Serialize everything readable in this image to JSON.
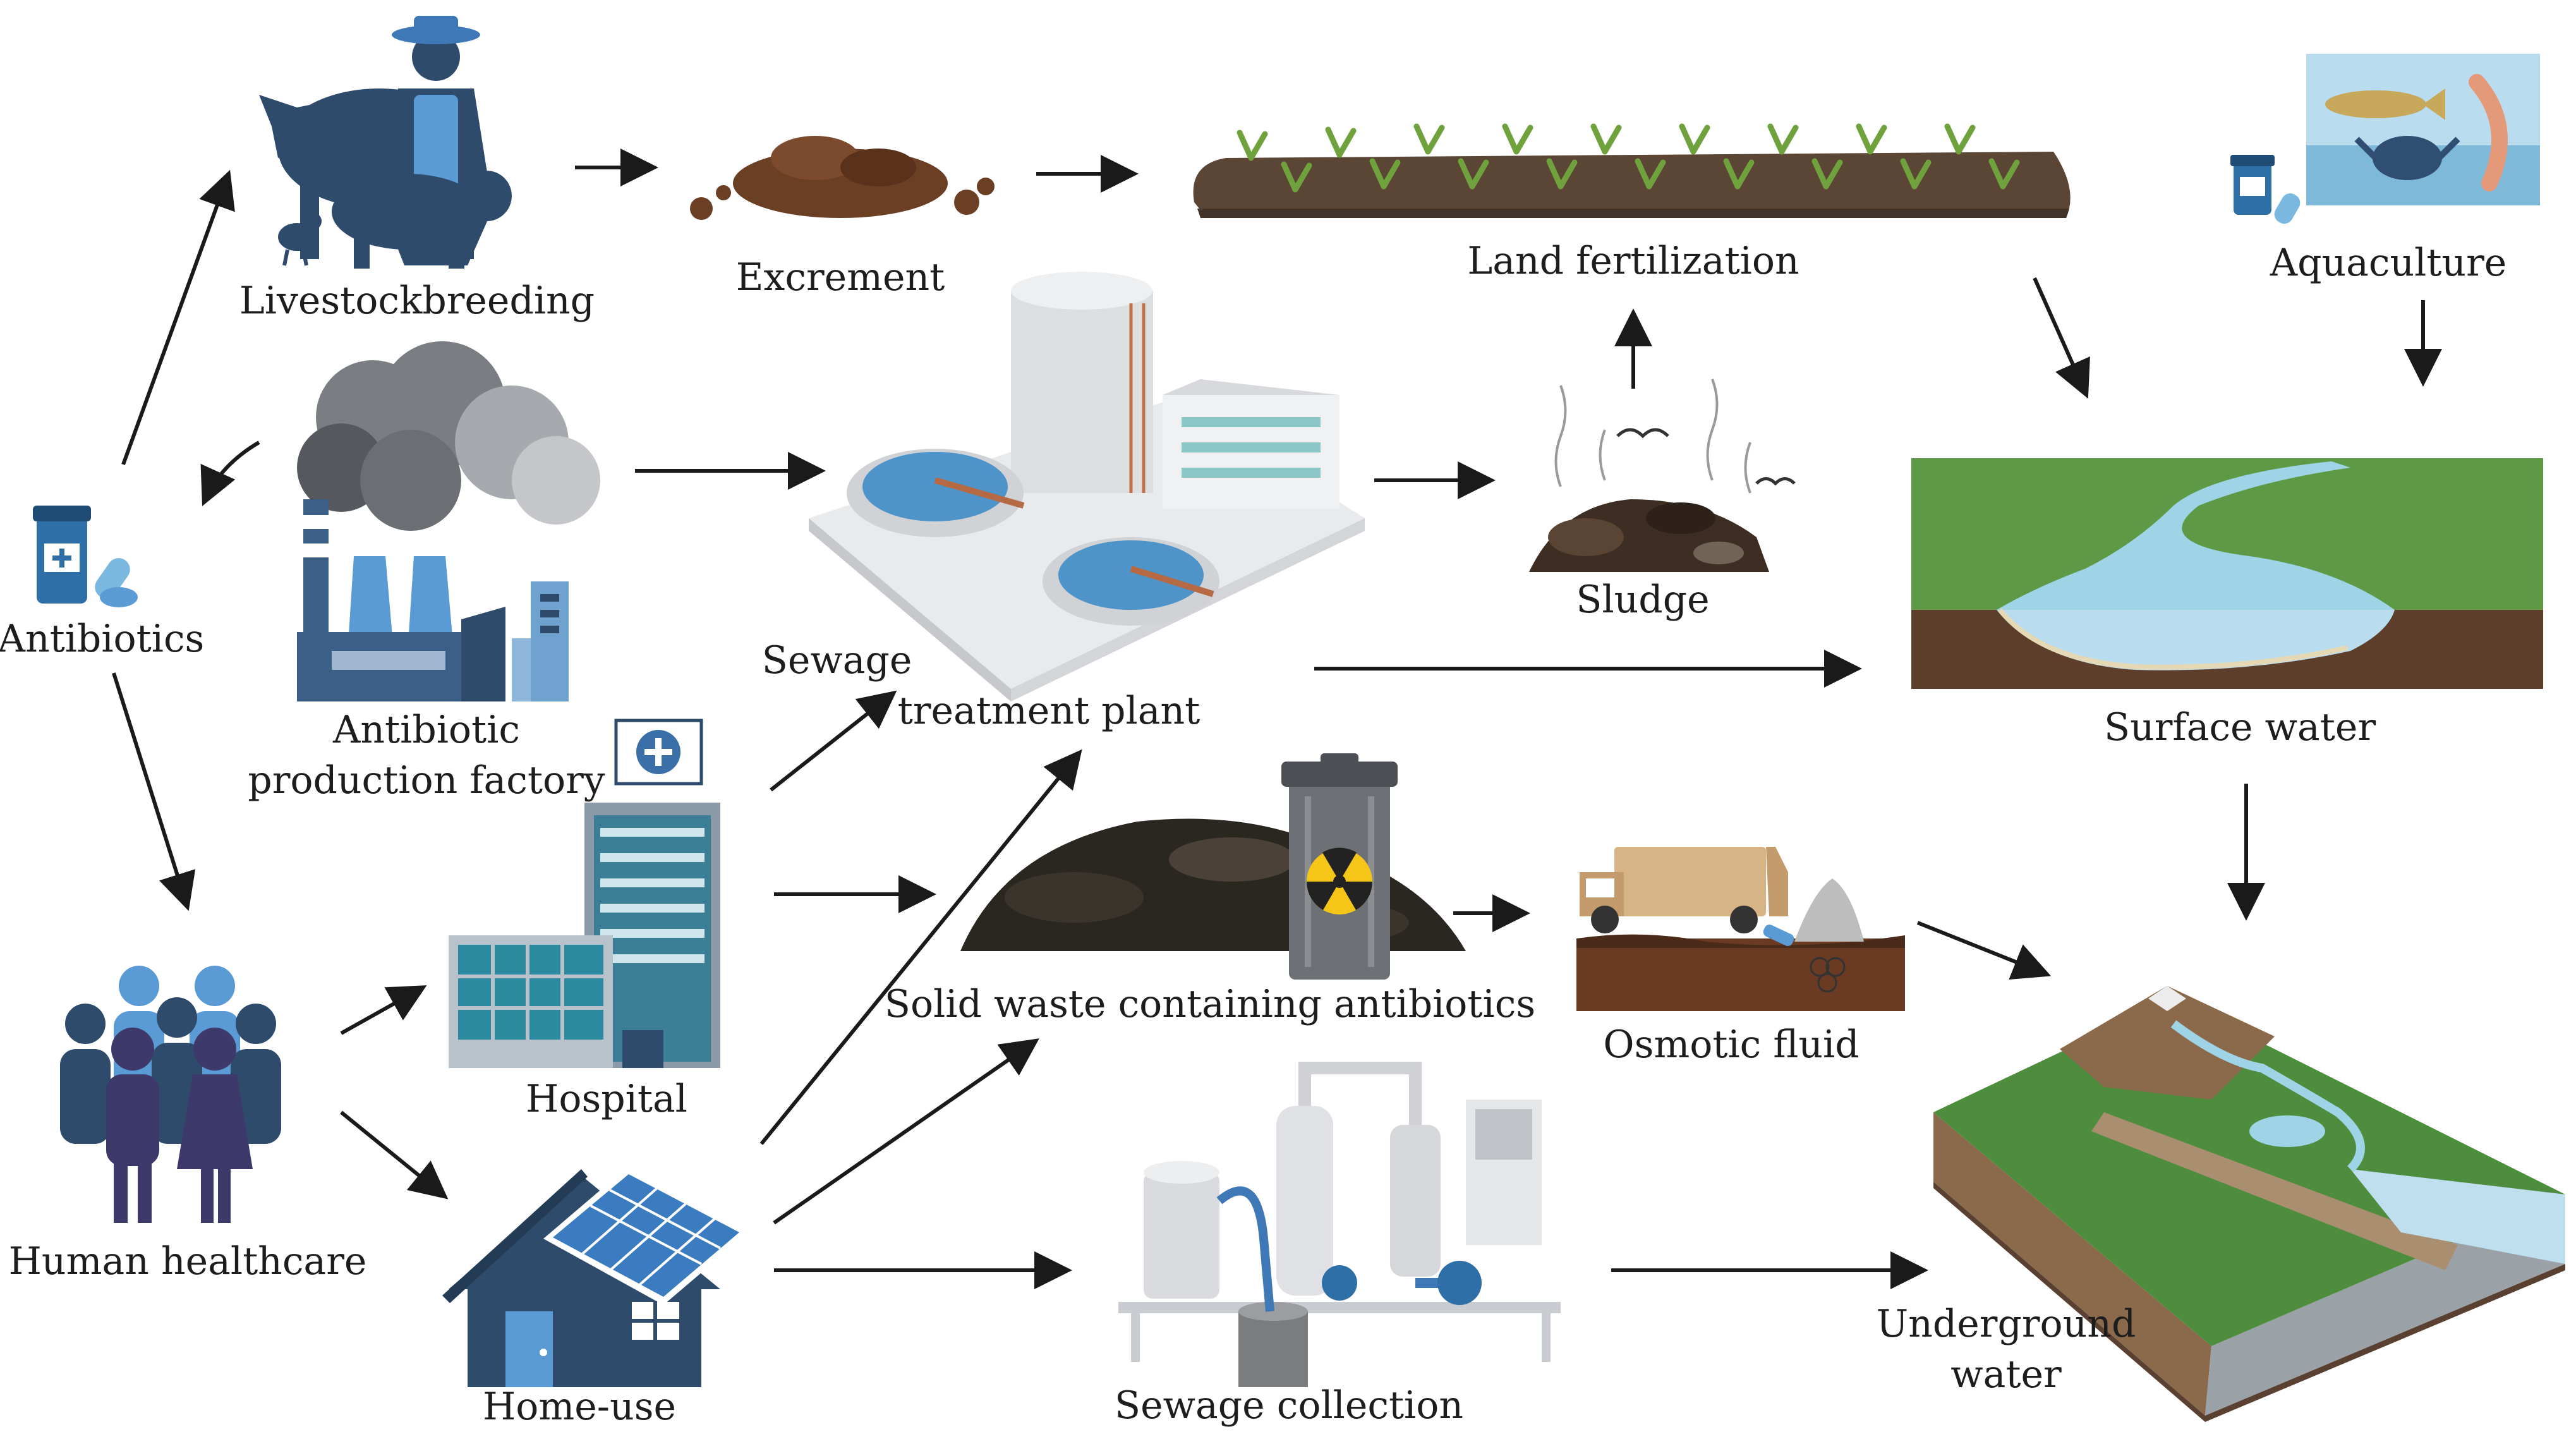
{
  "labels": {
    "livestock": "Livestockbreeding",
    "excrement": "Excrement",
    "land": "Land fertilization",
    "aquaculture": "Aquaculture",
    "antibiotics": "Antibiotics",
    "factory_line1": "Antibiotic",
    "factory_line2": "production factory",
    "sewage_plant_line1": "Sewage",
    "sewage_plant_line2": "treatment plant",
    "sludge": "Sludge",
    "surface_water": "Surface water",
    "hospital": "Hospital",
    "solid_waste": "Solid waste containing antibiotics",
    "osmotic": "Osmotic fluid",
    "human": "Human healthcare",
    "home": "Home-use",
    "sewage_collection": "Sewage collection",
    "underground_line1": "Underground",
    "underground_line2": "water"
  },
  "icons": [
    "livestock-icon",
    "excrement-icon",
    "field-icon",
    "aquaculture-icon",
    "antibiotics-icon",
    "factory-icon",
    "treatment-plant-icon",
    "sludge-icon",
    "river-icon",
    "hospital-icon",
    "waste-heap-icon",
    "radioactive-bin-icon",
    "garbage-truck-icon",
    "people-icon",
    "house-icon",
    "sewage-machine-icon",
    "terrain-icon"
  ],
  "colors": {
    "navy": "#2e4b6b",
    "sky": "#5b9bd5",
    "soil": "#6b4a32",
    "grass": "#4e8f3a",
    "water": "#9fd3e6",
    "arrow": "#1a1a1a",
    "gray": "#8c8f93"
  }
}
